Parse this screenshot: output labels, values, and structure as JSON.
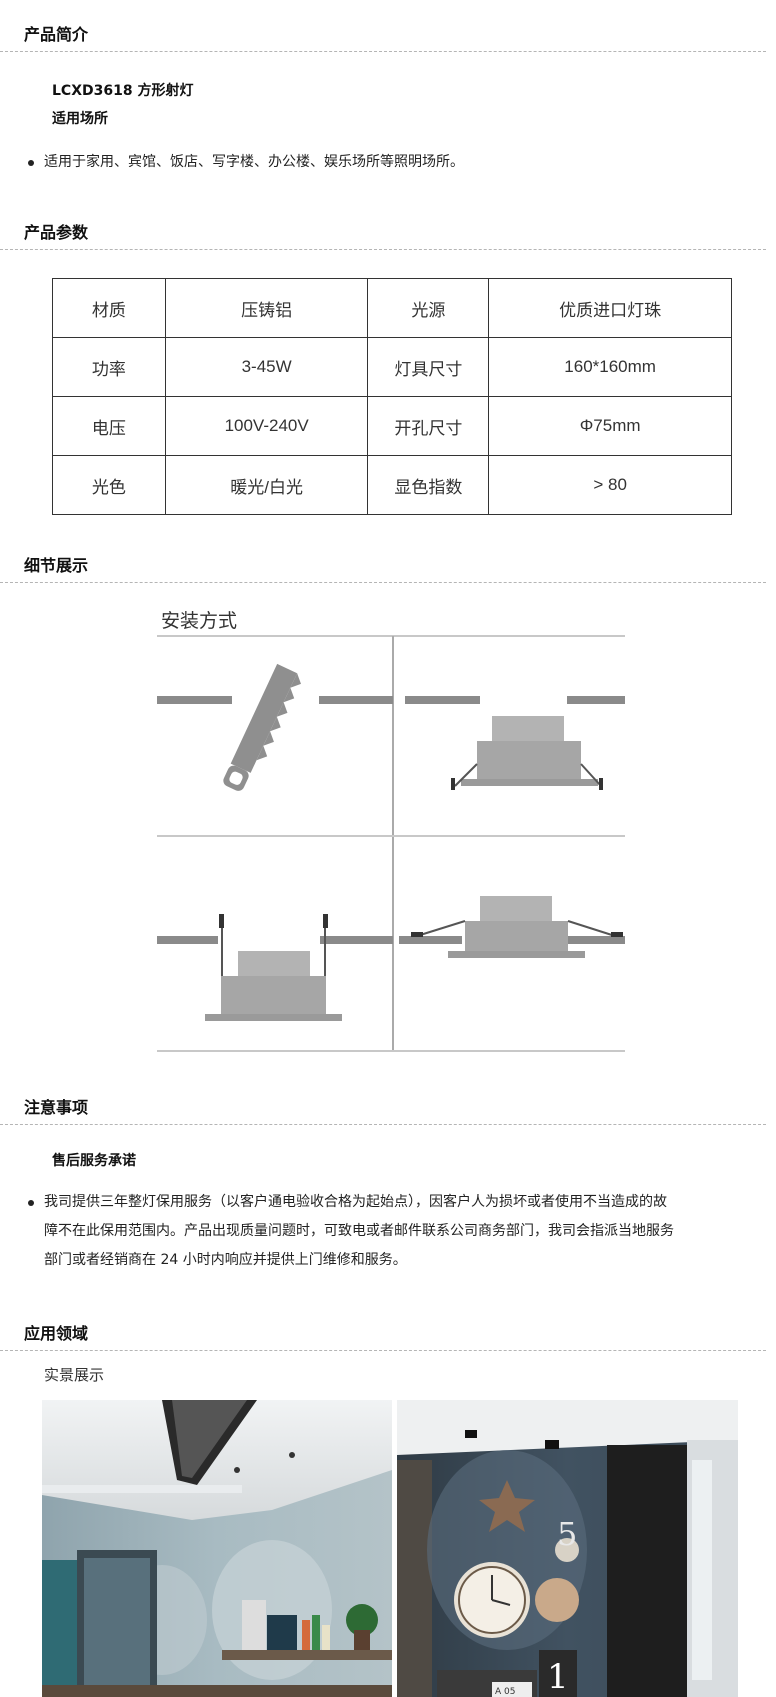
{
  "intro": {
    "section_title": "产品简介",
    "product_name": "LCXD3618 方形射灯",
    "subheading": "适用场所",
    "bullet": "适用于家用、宾馆、饭店、写字楼、办公楼、娱乐场所等照明场所。"
  },
  "params": {
    "section_title": "产品参数",
    "rows": [
      [
        "材质",
        "压铸铝",
        "光源",
        "优质进口灯珠"
      ],
      [
        "功率",
        "3-45W",
        "灯具尺寸",
        "160*160mm"
      ],
      [
        "电压",
        "100V-240V",
        "开孔尺寸",
        "Φ75mm"
      ],
      [
        "光色",
        "暖光/白光",
        "显色指数",
        "> 80"
      ]
    ]
  },
  "details": {
    "section_title": "细节展示",
    "install_title": "安装方式"
  },
  "notes": {
    "section_title": "注意事项",
    "subheading": "售后服务承诺",
    "bullet_lines": [
      "我司提供三年整灯保用服务（以客户通电验收合格为起始点），因客户人为损坏或者使用不当造成的故",
      "障不在此保用范围内。产品出现质量问题时，可致电或者邮件联系公司商务部门，我司会指派当地服务",
      "部门或者经销商在 24 小时内响应并提供上门维修和服务。"
    ]
  },
  "application": {
    "section_title": "应用领域",
    "subheading": "实景展示",
    "photo_right_label": "A 05",
    "photo_right_number": "1",
    "photo_right_number_5": "5"
  }
}
